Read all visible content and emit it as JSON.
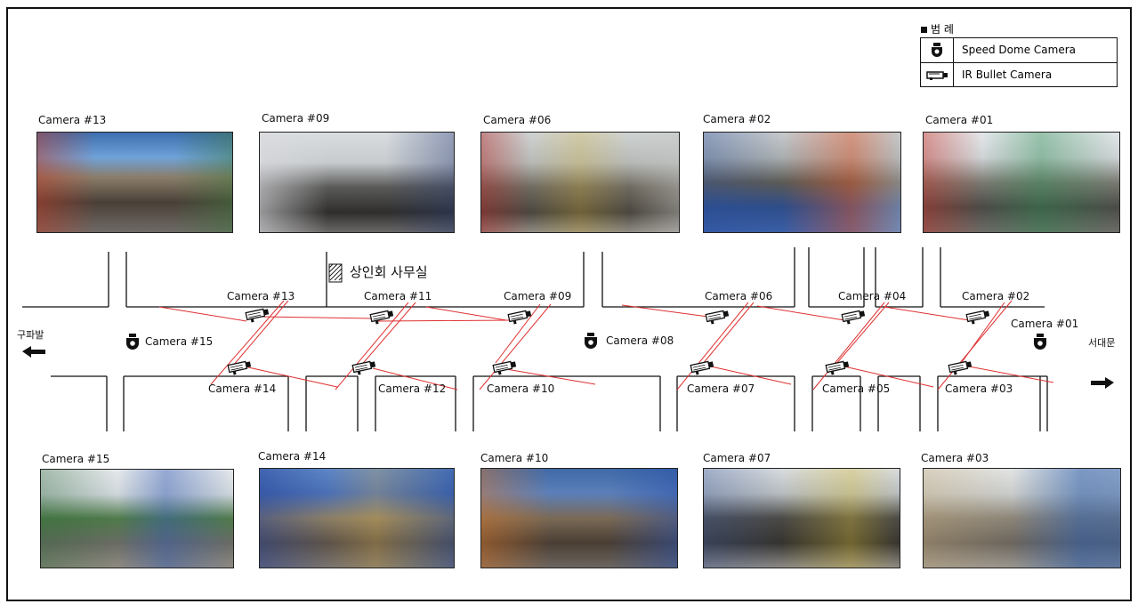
{
  "legend": {
    "title": "범 례",
    "items": [
      {
        "icon": "speed-dome-camera-icon",
        "label": "Speed Dome Camera"
      },
      {
        "icon": "ir-bullet-camera-icon",
        "label": "IR Bullet Camera"
      }
    ]
  },
  "office_label": "상인회 사무실",
  "directions": {
    "left": "구파발",
    "right": "서대문"
  },
  "photos_top": [
    {
      "label": "Camera #13"
    },
    {
      "label": "Camera #09"
    },
    {
      "label": "Camera #06"
    },
    {
      "label": "Camera #02"
    },
    {
      "label": "Camera #01"
    }
  ],
  "photos_bottom": [
    {
      "label": "Camera #15"
    },
    {
      "label": "Camera #14"
    },
    {
      "label": "Camera #10"
    },
    {
      "label": "Camera #07"
    },
    {
      "label": "Camera #03"
    }
  ],
  "map_upper_cameras": [
    "Camera #13",
    "Camera #11",
    "Camera #09",
    "Camera #06",
    "Camera #04",
    "Camera #02"
  ],
  "map_lower_cameras": [
    "Camera #14",
    "Camera #12",
    "Camera #10",
    "Camera #07",
    "Camera #05",
    "Camera #03"
  ],
  "dome_cameras": [
    "Camera #15",
    "Camera #08",
    "Camera #01"
  ],
  "colors": {
    "coverage_line": "#e03030",
    "road": "#111111"
  }
}
